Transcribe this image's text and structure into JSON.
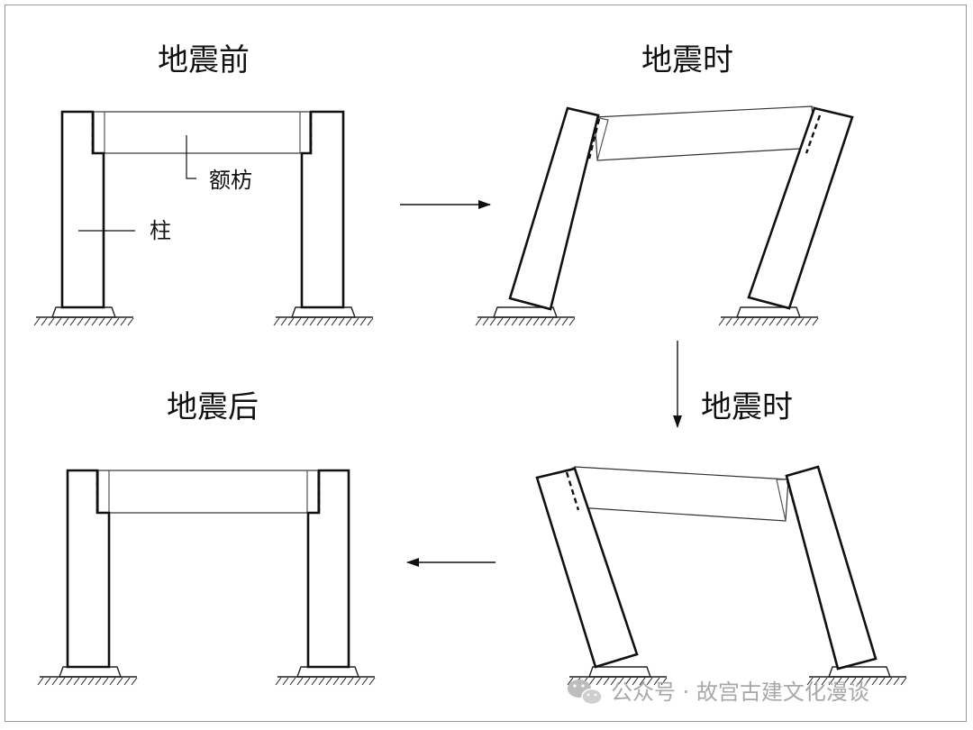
{
  "panels": {
    "before_title": "地震前",
    "during1_title": "地震时",
    "during2_title": "地震时",
    "after_title": "地震后"
  },
  "labels": {
    "beam": "额枋",
    "column": "柱"
  },
  "watermark": {
    "text": "公众号 · 故宫古建文化漫谈",
    "icon": "wechat-icon"
  },
  "colors": {
    "line": "#111111",
    "watermark": "#a8a8a8"
  }
}
